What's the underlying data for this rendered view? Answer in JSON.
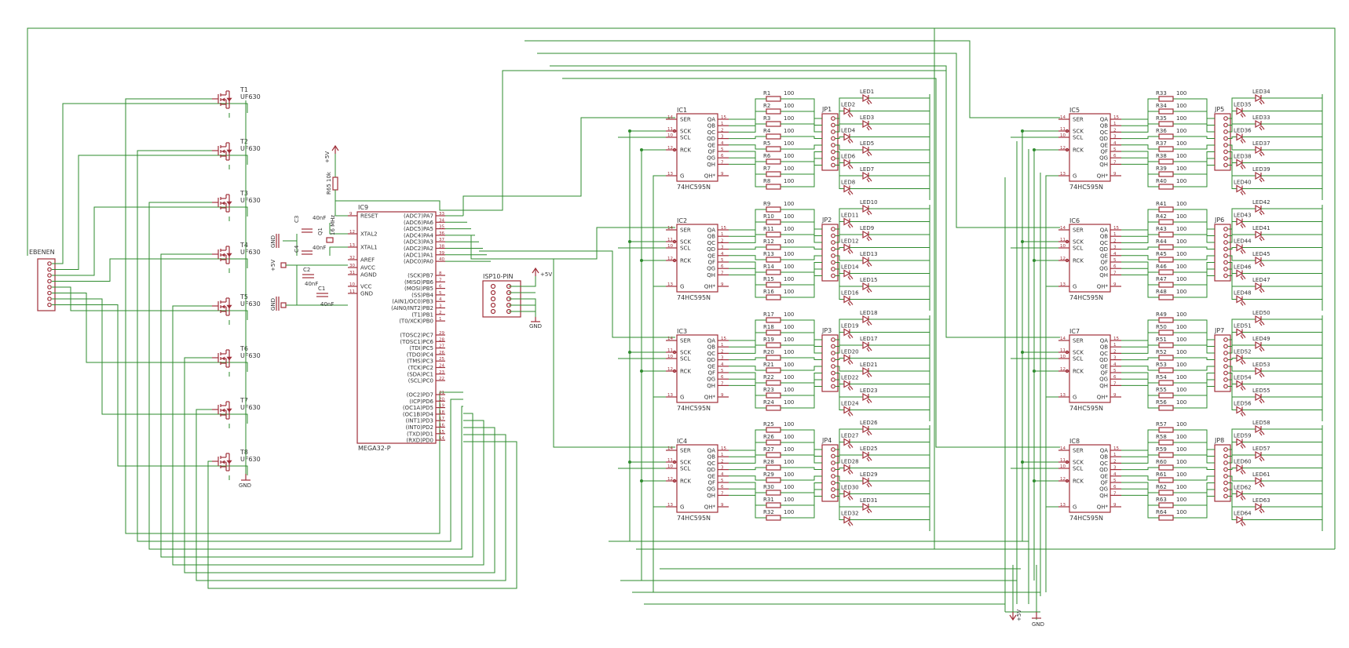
{
  "colors": {
    "wire": "#2e8b2e",
    "part": "#a0303a",
    "text": "#333333",
    "background": "#ffffff"
  },
  "connector": {
    "name": "EBENEN",
    "pins": 8
  },
  "transistors": [
    {
      "name": "T1",
      "value": "UF630"
    },
    {
      "name": "T2",
      "value": "UF630"
    },
    {
      "name": "T3",
      "value": "UF630"
    },
    {
      "name": "T4",
      "value": "UF630"
    },
    {
      "name": "T5",
      "value": "UF630"
    },
    {
      "name": "T6",
      "value": "UF630"
    },
    {
      "name": "T7",
      "value": "UF630"
    },
    {
      "name": "T8",
      "value": "UF630"
    }
  ],
  "gnd_label": "GND",
  "vcc_label": "+5V",
  "mcu": {
    "name": "IC9",
    "part": "MEGA32-P",
    "left_pins": [
      {
        "label": "RESET",
        "num": "9"
      },
      {
        "label": "XTAL2",
        "num": "12"
      },
      {
        "label": "XTAL1",
        "num": "13"
      },
      {
        "label": "AREF",
        "num": "32"
      },
      {
        "label": "AVCC",
        "num": "30"
      },
      {
        "label": "AGND",
        "num": "31"
      },
      {
        "label": "VCC",
        "num": "10"
      },
      {
        "label": "GND",
        "num": "11"
      }
    ],
    "right_pins": [
      {
        "label": "(ADC7)PA7",
        "num": "33"
      },
      {
        "label": "(ADC6)PA6",
        "num": "34"
      },
      {
        "label": "(ADC5)PA5",
        "num": "35"
      },
      {
        "label": "(ADC4)PA4",
        "num": "36"
      },
      {
        "label": "(ADC3)PA3",
        "num": "37"
      },
      {
        "label": "(ADC2)PA2",
        "num": "38"
      },
      {
        "label": "(ADC1)PA1",
        "num": "39"
      },
      {
        "label": "(ADC0)PA0",
        "num": "40"
      },
      {
        "label": "(SCK)PB7",
        "num": "8"
      },
      {
        "label": "(MISO)PB6",
        "num": "7"
      },
      {
        "label": "(MOSI)PB5",
        "num": "6"
      },
      {
        "label": "(SS)PB4",
        "num": "5"
      },
      {
        "label": "(AIN1/OC0)PB3",
        "num": "4"
      },
      {
        "label": "(AIN0/INT2)PB2",
        "num": "3"
      },
      {
        "label": "(T1)PB1",
        "num": "2"
      },
      {
        "label": "(T0/XCK)PB0",
        "num": "1"
      },
      {
        "label": "(TOSC2)PC7",
        "num": "29"
      },
      {
        "label": "(TOSC1)PC6",
        "num": "28"
      },
      {
        "label": "(TDI)PC5",
        "num": "27"
      },
      {
        "label": "(TDO)PC4",
        "num": "26"
      },
      {
        "label": "(TMS)PC3",
        "num": "25"
      },
      {
        "label": "(TCK)PC2",
        "num": "24"
      },
      {
        "label": "(SDA)PC1",
        "num": "23"
      },
      {
        "label": "(SCL)PC0",
        "num": "22"
      },
      {
        "label": "(OC2)PD7",
        "num": "21"
      },
      {
        "label": "(ICP)PD6",
        "num": "20"
      },
      {
        "label": "(OC1A)PD5",
        "num": "19"
      },
      {
        "label": "(OC1B)PD4",
        "num": "18"
      },
      {
        "label": "(INT1)PD3",
        "num": "17"
      },
      {
        "label": "(INT0)PD2",
        "num": "16"
      },
      {
        "label": "(TXD)PD1",
        "num": "15"
      },
      {
        "label": "(RXD)PD0",
        "num": "14"
      }
    ]
  },
  "passives": {
    "r65": {
      "name": "R65",
      "value": "10k"
    },
    "c3": {
      "name": "C3",
      "value": "40nF"
    },
    "c4": {
      "name": "C4",
      "value": "40nF"
    },
    "q1": {
      "name": "Q1",
      "value": "16 MHz"
    },
    "c2": {
      "name": "C2",
      "value": "40nF"
    },
    "c1": {
      "name": "C1",
      "value": "40nF"
    }
  },
  "isp": {
    "name": "ISP10-PIN"
  },
  "shift_left_pins": [
    {
      "label": "SER",
      "num": "14"
    },
    {
      "label": "SCK",
      "num": "11"
    },
    {
      "label": "SCL",
      "num": "10"
    },
    {
      "label": "RCK",
      "num": "12"
    },
    {
      "label": "G",
      "num": "13"
    }
  ],
  "shift_right_pins": [
    {
      "label": "QA",
      "num": "15"
    },
    {
      "label": "QB",
      "num": "1"
    },
    {
      "label": "QC",
      "num": "2"
    },
    {
      "label": "QD",
      "num": "3"
    },
    {
      "label": "QE",
      "num": "4"
    },
    {
      "label": "QF",
      "num": "5"
    },
    {
      "label": "QG",
      "num": "6"
    },
    {
      "label": "QH",
      "num": "7"
    },
    {
      "label": "QH*",
      "num": "9"
    }
  ],
  "shift_part": "74HC595N",
  "resistor_value": "100",
  "shift_registers": [
    {
      "name": "IC1",
      "jp": "JP1",
      "r": [
        "R1",
        "R2",
        "R3",
        "R4",
        "R5",
        "R6",
        "R7",
        "R8"
      ],
      "led": [
        "LED1",
        "LED2",
        "LED3",
        "LED4",
        "LED5",
        "LED6",
        "LED7",
        "LED8"
      ]
    },
    {
      "name": "IC2",
      "jp": "JP2",
      "r": [
        "R9",
        "R10",
        "R11",
        "R12",
        "R13",
        "R14",
        "R15",
        "R16"
      ],
      "led": [
        "LED10",
        "LED11",
        "LED9",
        "LED12",
        "LED13",
        "LED14",
        "LED15",
        "LED16"
      ]
    },
    {
      "name": "IC3",
      "jp": "JP3",
      "r": [
        "R17",
        "R18",
        "R19",
        "R20",
        "R21",
        "R22",
        "R23",
        "R24"
      ],
      "led": [
        "LED18",
        "LED19",
        "LED17",
        "LED20",
        "LED21",
        "LED22",
        "LED23",
        "LED24"
      ]
    },
    {
      "name": "IC4",
      "jp": "JP4",
      "r": [
        "R25",
        "R26",
        "R27",
        "R28",
        "R29",
        "R30",
        "R31",
        "R32"
      ],
      "led": [
        "LED26",
        "LED27",
        "LED25",
        "LED28",
        "LED29",
        "LED30",
        "LED31",
        "LED32"
      ]
    },
    {
      "name": "IC5",
      "jp": "JP5",
      "r": [
        "R33",
        "R34",
        "R35",
        "R36",
        "R37",
        "R38",
        "R39",
        "R40"
      ],
      "led": [
        "LED34",
        "LED35",
        "LED33",
        "LED36",
        "LED37",
        "LED38",
        "LED39",
        "LED40"
      ]
    },
    {
      "name": "IC6",
      "jp": "JP6",
      "r": [
        "R41",
        "R42",
        "R43",
        "R44",
        "R45",
        "R46",
        "R47",
        "R48"
      ],
      "led": [
        "LED42",
        "LED43",
        "LED41",
        "LED44",
        "LED45",
        "LED46",
        "LED47",
        "LED48"
      ]
    },
    {
      "name": "IC7",
      "jp": "JP7",
      "r": [
        "R49",
        "R50",
        "R51",
        "R52",
        "R53",
        "R54",
        "R55",
        "R56"
      ],
      "led": [
        "LED50",
        "LED51",
        "LED49",
        "LED52",
        "LED53",
        "LED54",
        "LED55",
        "LED56"
      ]
    },
    {
      "name": "IC8",
      "jp": "JP8",
      "r": [
        "R57",
        "R58",
        "R59",
        "R60",
        "R61",
        "R62",
        "R63",
        "R64"
      ],
      "led": [
        "LED58",
        "LED59",
        "LED57",
        "LED60",
        "LED61",
        "LED62",
        "LED63",
        "LED64"
      ]
    }
  ]
}
